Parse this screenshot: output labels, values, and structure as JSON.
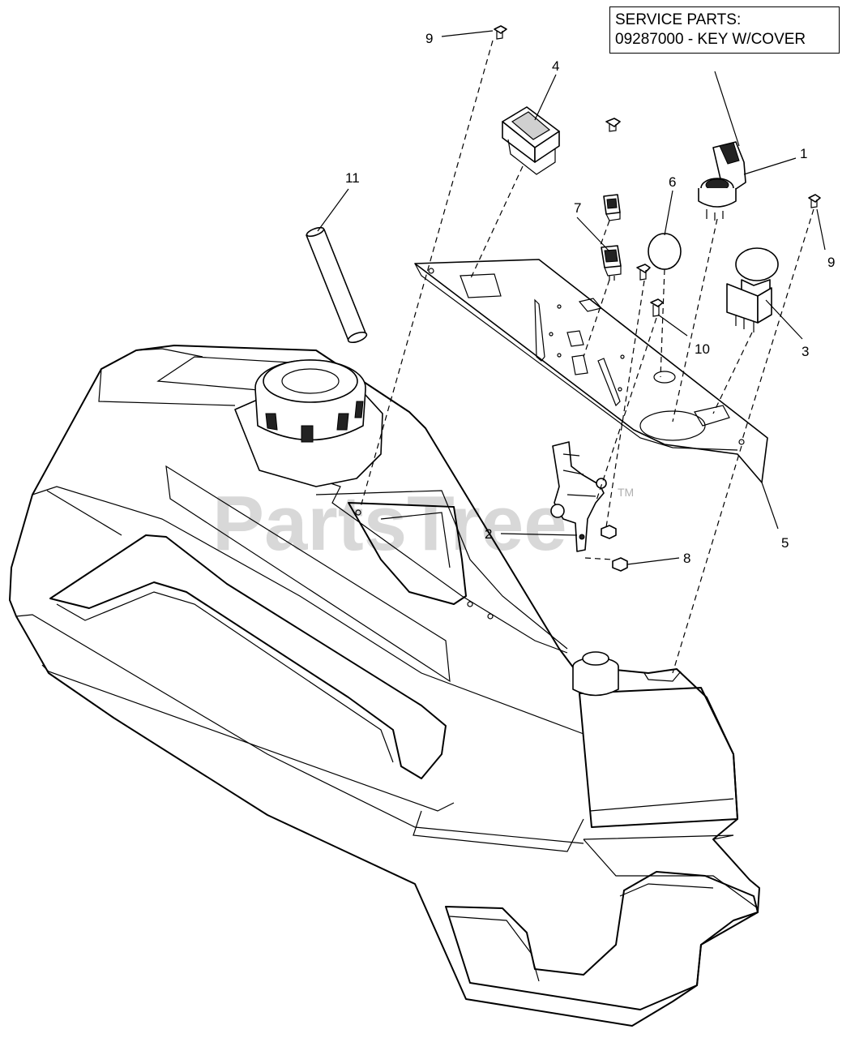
{
  "service_parts": {
    "heading": "SERVICE PARTS:",
    "line": "09287000 - KEY W/COVER"
  },
  "watermark": {
    "text": "PartsTree",
    "tm": "TM"
  },
  "callouts": {
    "c1": "1",
    "c2": "2",
    "c3": "3",
    "c4": "4",
    "c5": "5",
    "c6": "6",
    "c7": "7",
    "c8": "8",
    "c9a": "9",
    "c9b": "9",
    "c10": "10",
    "c11": "11"
  }
}
